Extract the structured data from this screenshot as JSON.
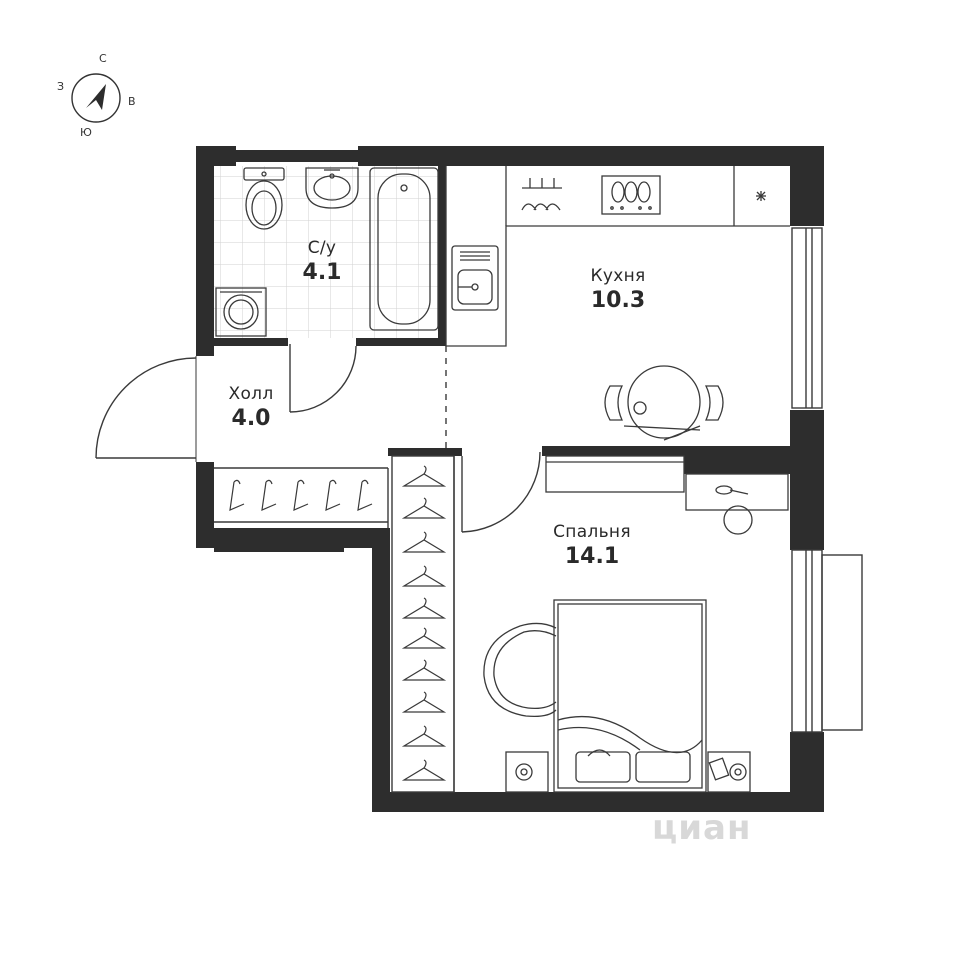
{
  "compass": {
    "north": "С",
    "west": "З",
    "east": "В",
    "south": "Ю"
  },
  "rooms": {
    "bathroom": {
      "name": "С/у",
      "area": "4.1"
    },
    "kitchen": {
      "name": "Кухня",
      "area": "10.3"
    },
    "hall": {
      "name": "Холл",
      "area": "4.0"
    },
    "bedroom": {
      "name": "Спальня",
      "area": "14.1"
    }
  },
  "watermark": {
    "text": "циан"
  },
  "colors": {
    "wall": "#2d2d2d",
    "line": "#3a3a3a",
    "tile": "#cfcfcf",
    "background": "#ffffff"
  }
}
